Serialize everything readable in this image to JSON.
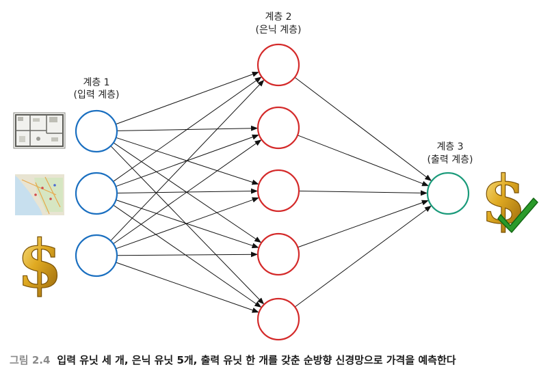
{
  "layers": {
    "input": {
      "title": "계층 1",
      "subtitle": "(입력 계층)",
      "units": 3,
      "color": "#1a6fc0"
    },
    "hidden": {
      "title": "계층 2",
      "subtitle": "(은닉 계층)",
      "units": 5,
      "color": "#d42a2a"
    },
    "output": {
      "title": "계층 3",
      "subtitle": "(출력 계층)",
      "units": 1,
      "color": "#1a9a7a"
    }
  },
  "input_icons": [
    "floor-plan-icon",
    "map-icon",
    "dollar-sign-icon"
  ],
  "output_icons": [
    "dollar-sign-icon",
    "checkmark-icon"
  ],
  "colors": {
    "arrow": "#111111",
    "gold": "#d8a21a",
    "check": "#2a9a2a"
  },
  "caption": {
    "number": "그림 2.4",
    "text": "입력 유닛 세 개, 은닉 유닛 5개, 출력 유닛 한 개를 갖춘 순방향 신경망으로 가격을 예측한다"
  }
}
